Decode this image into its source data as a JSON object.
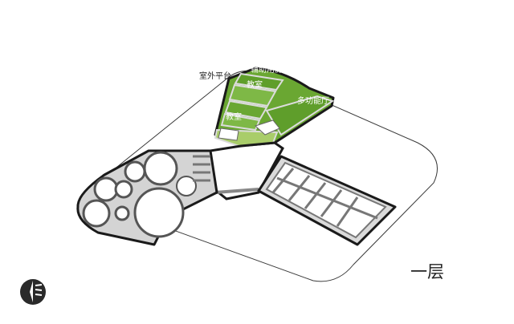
{
  "labels": {
    "outdoor_platform": "室外平台",
    "auxiliary_room": "辅助用房",
    "classroom_upper": "教室",
    "classroom_lower": "教室",
    "multipurpose_hall": "多功能厅",
    "floor": "一层"
  },
  "colors": {
    "green_dark": "#5f9e2b",
    "green_mid": "#7eb846",
    "green_light": "#a9cd6a",
    "wall": "#6f6f6f",
    "wall_top": "#e2e2e2",
    "outline": "#1a1a1a"
  },
  "icons": [
    "compass-icon"
  ]
}
